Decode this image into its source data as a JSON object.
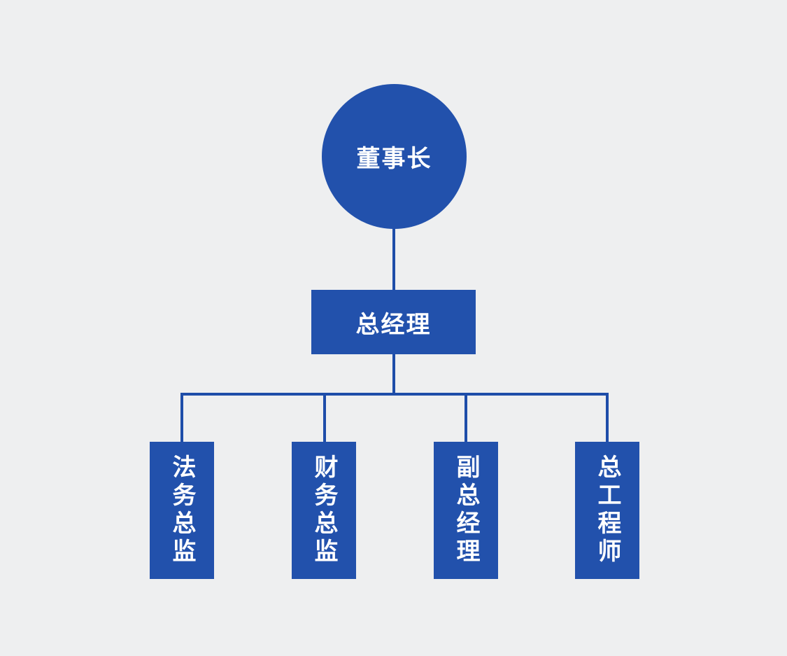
{
  "org": {
    "root": {
      "label": "董事长",
      "shape": "circle",
      "level": 1
    },
    "manager": {
      "label": "总经理",
      "shape": "rectangle",
      "level": 2
    },
    "children": [
      {
        "label": "法务总监",
        "shape": "vertical-rectangle",
        "level": 3
      },
      {
        "label": "财务总监",
        "shape": "vertical-rectangle",
        "level": 3
      },
      {
        "label": "副总经理",
        "shape": "vertical-rectangle",
        "level": 3
      },
      {
        "label": "总工程师",
        "shape": "vertical-rectangle",
        "level": 3
      }
    ]
  },
  "colors": {
    "node_fill": "#2251ac",
    "connector": "#1e4da9",
    "text": "#ffffff",
    "canvas_bg": "#eeeff0"
  }
}
